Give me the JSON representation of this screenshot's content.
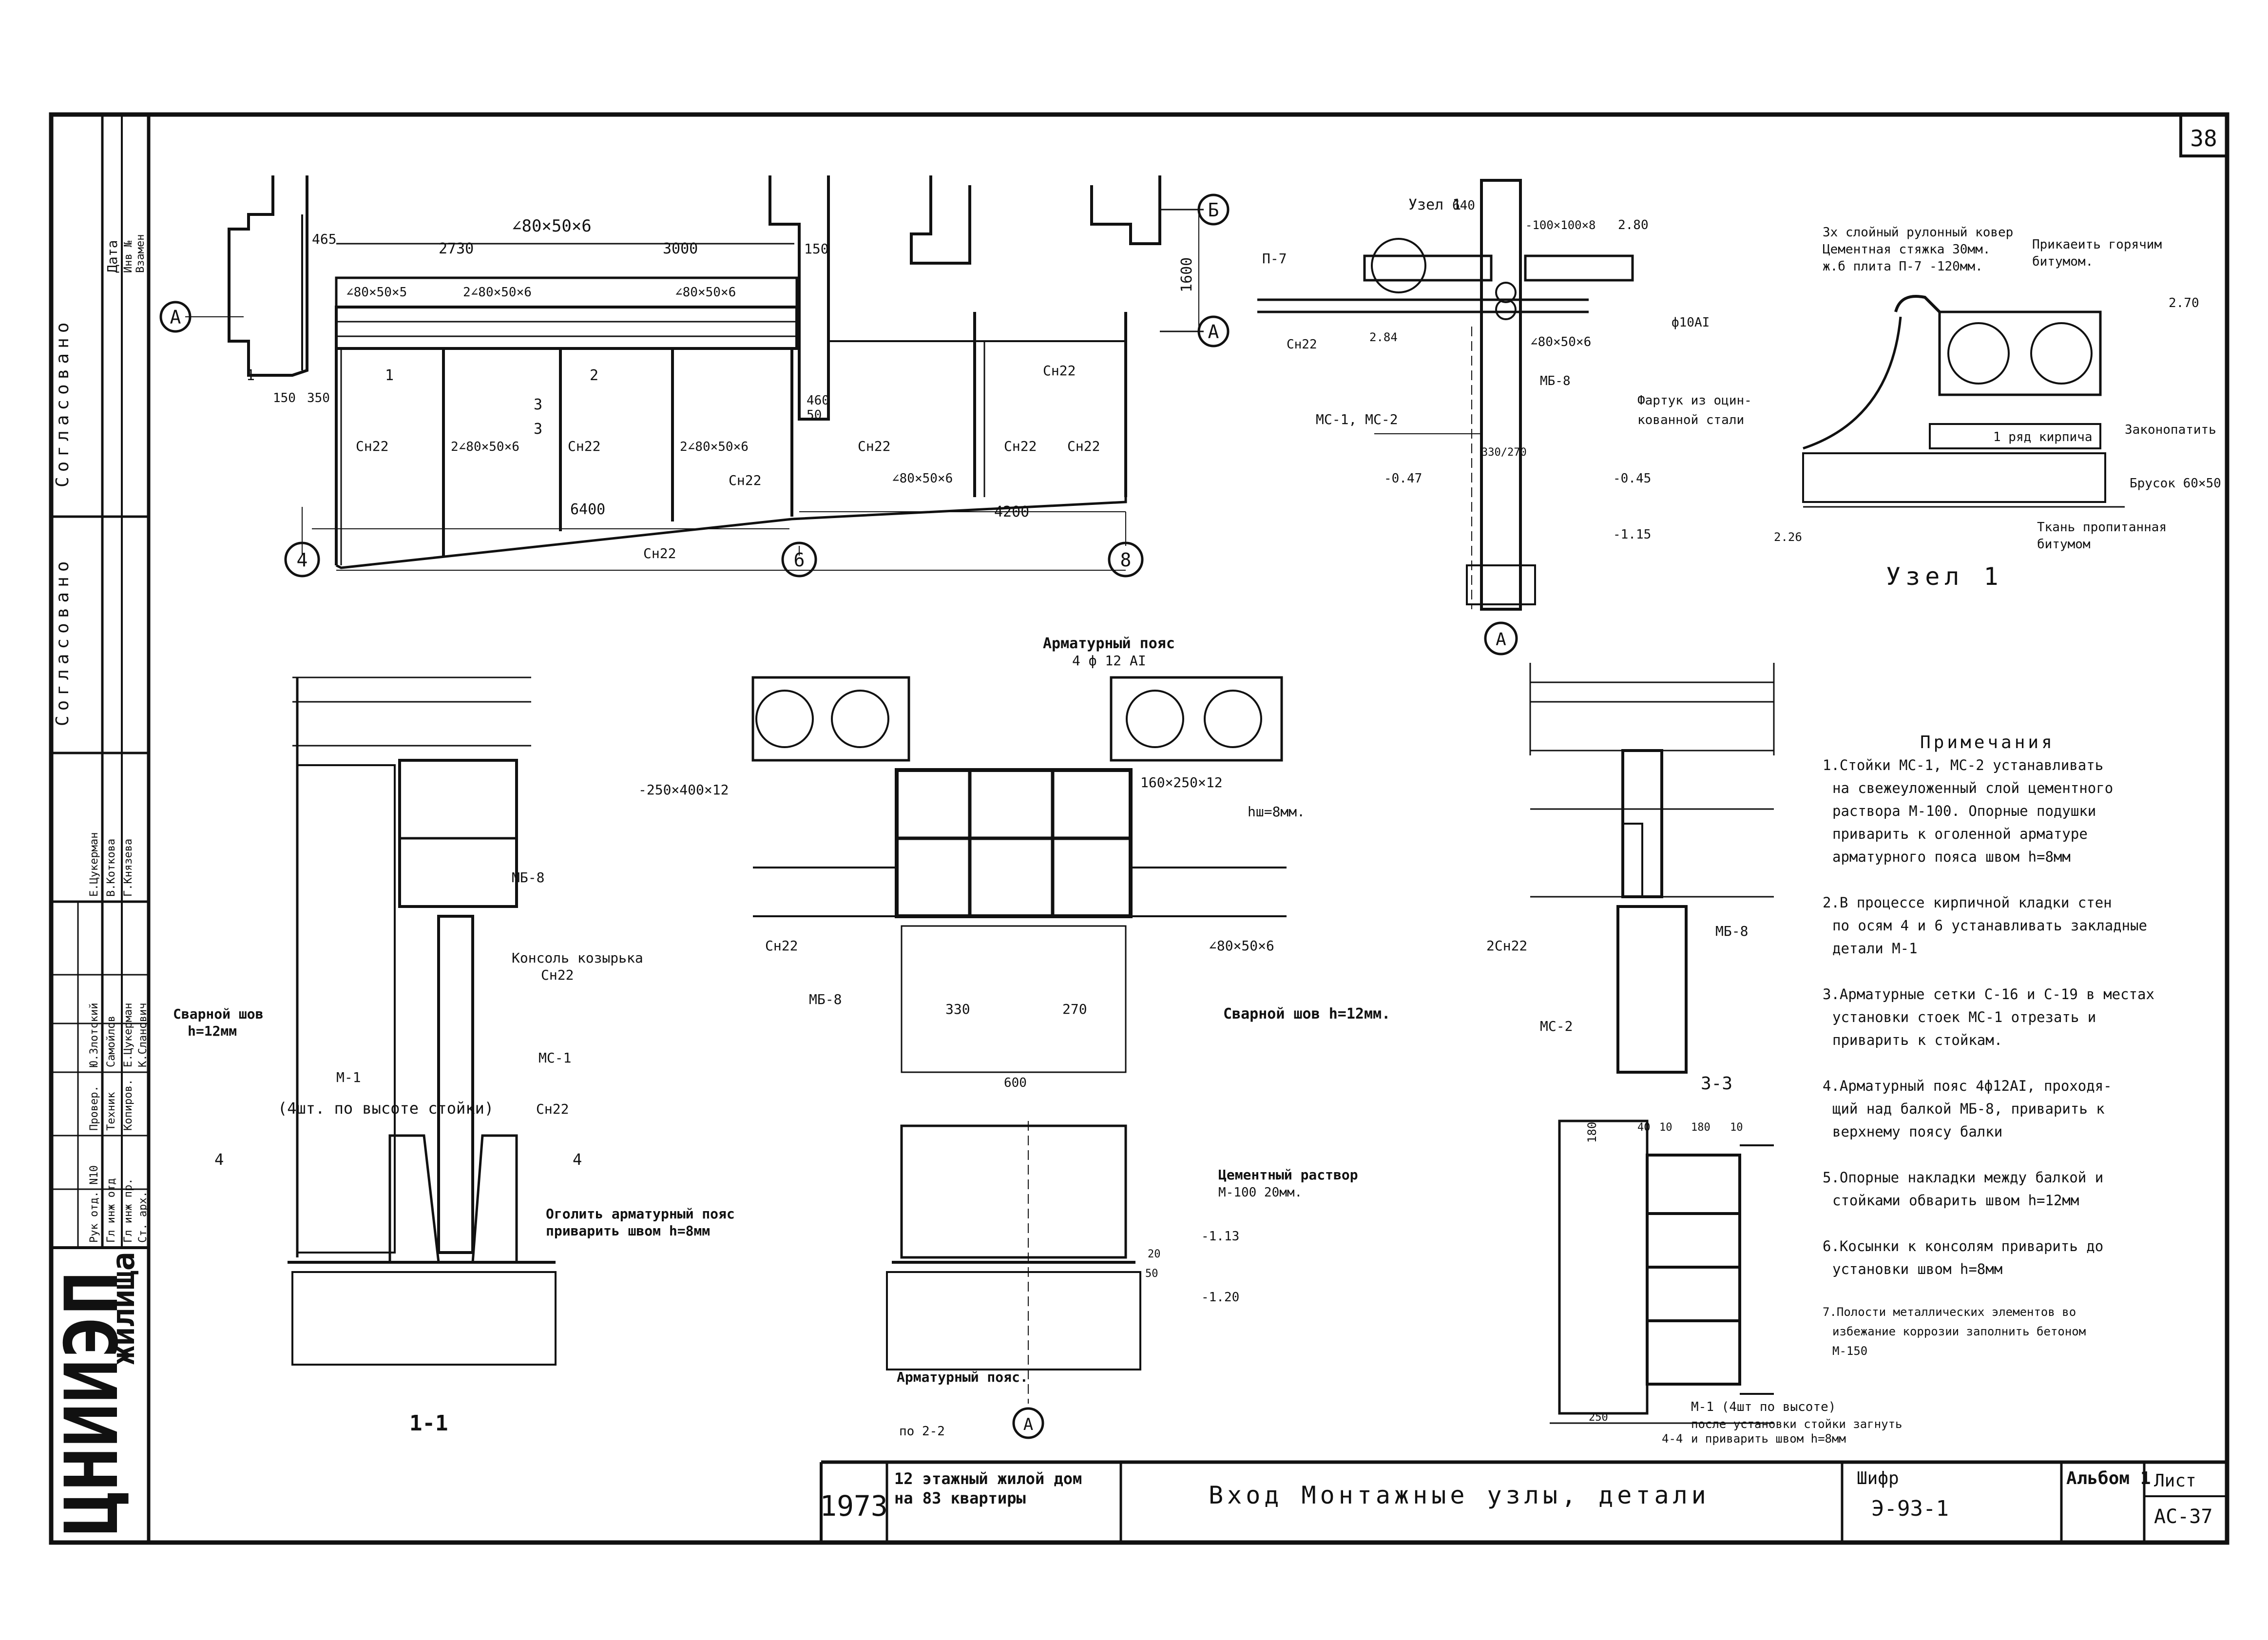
{
  "sheet": {
    "page_number": "38",
    "sheet_code": "АС-37",
    "year": "1973",
    "album": "Альбом 1",
    "sheet_label": "Лист",
    "cipher_label": "Шифр",
    "cipher_value": "Э-93-1",
    "project_line1": "12 этажный жилой дом",
    "project_line2": "на 83 квартиры",
    "drawing_title": "Вход   Монтажные узлы, детали",
    "institute": "ЦНИИЭП",
    "institute_sub": "жилища"
  },
  "side_stamp": {
    "agreed1": "Согласовано",
    "agreed2": "Согласовано",
    "inv_label": "Инв №",
    "vzam_label": "Взамен",
    "date_label": "Дата",
    "roles": [
      "Рук отд. N10",
      "Гл инж отд",
      "Гл инж пр.",
      "Ст. арх.",
      "Провер.",
      "Техник",
      "Копиров."
    ],
    "names": [
      "Ю.Злотский",
      "Самойлов",
      "Е.Цукерман",
      "К.Сланович",
      "Е.Цукерман",
      "В.Коткова",
      "Г.Князева"
    ]
  },
  "plan": {
    "axis_a": "А",
    "axis_b": "Б",
    "axis_4": "4",
    "axis_6": "6",
    "axis_8": "8",
    "dim_2730": "2730",
    "dim_3000": "3000",
    "dim_465": "465",
    "dim_150": "150",
    "dim_350": "350",
    "dim_460": "460",
    "dim_50": "50",
    "dim_1600": "1600",
    "dim_6400": "6400",
    "dim_4200": "4200",
    "profile_top": "∠80×50×6",
    "profile_a": "∠80×50×5",
    "profile_b": "2∠80×50×6",
    "profile_c": "∠80×50×6",
    "profile_d": "2∠80×50×6",
    "profile_e": "2∠80×50×6",
    "profile_f": "∠80×50×6",
    "ch22": "Сн22",
    "cut_1": "1",
    "cut_2": "2",
    "cut_3": "3"
  },
  "section_a": {
    "node1": "Узел 1",
    "dim_640": "640",
    "plate": "-100×100×8",
    "p7": "П-7",
    "lvl_280": "2.80",
    "lvl_284": "2.84",
    "bar": "ф10АI",
    "angle": "∠80×50×6",
    "mb8": "МБ-8",
    "ms": "МС-1, МС-2",
    "apron": "Фартук из оцин-",
    "apron2": "кованной стали",
    "ch22": "Сн22",
    "lvl_047": "-0.47",
    "lvl_045": "-0.45",
    "lvl_115": "-1.15",
    "dim_330": "330/270",
    "axis": "А"
  },
  "node1": {
    "l1": "3х слойный рулонный ковер",
    "l2": "Цементная стяжка 30мм.",
    "l3": "ж.б плита П-7 -120мм.",
    "r1": "Прикаеить горячим",
    "r2": "битумом.",
    "lvl_270": "2.70",
    "caulk": "Законопатить",
    "brick": "1 ряд кирпича",
    "bar": "Брусок 60×50",
    "cloth1": "Ткань пропитанная",
    "cloth2": "битумом",
    "lvl_226": "2.26",
    "title": "Узел 1"
  },
  "sec11": {
    "mb8": "МБ-8",
    "console1": "Консоль козырька",
    "console2": "Сн22",
    "weld1": "Сварной шов",
    "weld2": "h=12мм",
    "m1": "М-1",
    "ms1": "МС-1",
    "note": "(4шт. по высоте стойки)",
    "ch22": "Сн22",
    "belt1": "Оголить арматурный пояс",
    "belt2": "приварить швом h=8мм",
    "cut": "4",
    "title": "1-1"
  },
  "sec22": {
    "belt": "Арматурный пояс",
    "belt2": "4 ф 12 АI",
    "plate1": "-250×400×12",
    "plate2": "160×250×12",
    "hw": "hш=8мм.",
    "ch22": "Сн22",
    "angle": "∠80×50×6",
    "mb8": "МБ-8",
    "weld": "Сварной шов h=12мм.",
    "dim_330": "330",
    "dim_270": "270",
    "dim_600": "600",
    "mortar1": "Цементный раствор",
    "mortar2": "М-100    20мм.",
    "lvl_113": "-1.13",
    "lvl_120": "-1.20",
    "dim_50": "50",
    "dim_20": "20",
    "belt_bottom": "Арматурный пояс.",
    "po22": "по 2-2",
    "axis": "А"
  },
  "sec33": {
    "ch22": "2Сн22",
    "mb8": "МБ-8",
    "ms2": "МС-2",
    "title": "3-3"
  },
  "sec44": {
    "d180": "180",
    "d40": "40",
    "d10": "10",
    "d180b": "180",
    "d10b": "10",
    "d250": "250",
    "m1": "М-1 (4шт по высоте)",
    "note1": "после установки стойки загнуть",
    "note2": "и приварить швом h=8мм",
    "cut": "4-4"
  },
  "notes": {
    "title": "Примечания",
    "items": [
      "1.Стойки МС-1, МС-2 устанавливать",
      "на свежеуложенный слой цементного",
      "раствора М-100. Опорные подушки",
      "приварить к оголенной арматуре",
      "арматурного пояса швом h=8мм",
      "2.В процессе кирпичной кладки стен",
      "по осям 4 и 6 устанавливать закладные",
      "детали М-1",
      "3.Арматурные сетки С-16 и С-19 в местах",
      "установки стоек МС-1 отрезать и",
      "приварить к стойкам.",
      "4.Арматурный пояс 4ф12АI, проходя-",
      "щий над балкой МБ-8, приварить к",
      "верхнему поясу балки",
      "5.Опорные накладки между балкой и",
      "стойками обварить швом h=12мм",
      "6.Косынки к консолям приварить до",
      "установки швом h=8мм",
      "7.Полости металлических элементов во",
      "избежание коррозии заполнить бетоном",
      "М-150"
    ]
  }
}
